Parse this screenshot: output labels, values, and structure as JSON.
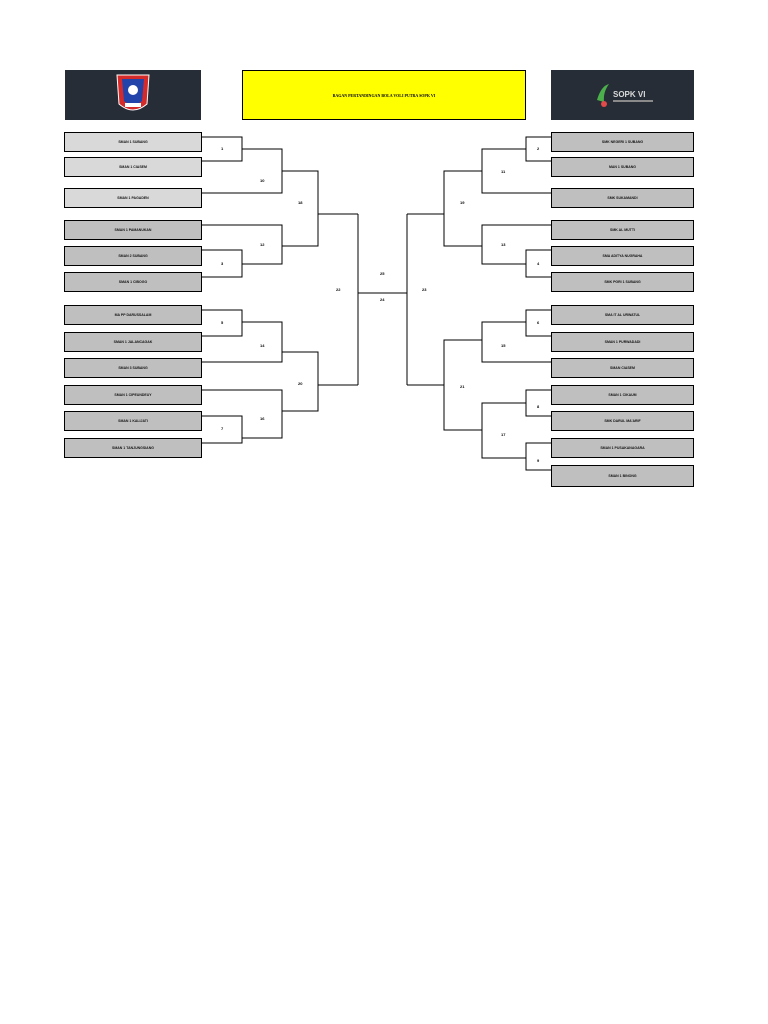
{
  "title": "BAGAN PERTANDINGAN BOLA VOLI PUTRA SOPK VI",
  "colors": {
    "team_light": "#d9d9d9",
    "team_dark": "#bfbfbf",
    "title_bg": "#ffff00",
    "logo_bg": "#262d36"
  },
  "left_logo": {
    "icon": "volleyball-club-shield-logo"
  },
  "right_logo": {
    "icon": "sopk-vi-event-logo",
    "text": "SOPK VI"
  },
  "left_teams": [
    "SMAN 1 SUBANG",
    "SMAN 1 CIASEM",
    "SMAN 1 PAGADEN",
    "SMAN 1 PAMANUKAN",
    "SMAN 2 SUBANG",
    "SMAN 1 CIBOGO",
    "MA PP DARUSSALAM",
    "SMAN 1 JALANCAGAK",
    "SMAN 3 SUBANG",
    "SMAN 1 CIPEUNDEUY",
    "SMAN 1 KALIJATI",
    "SMAN 1 TANJUNGSIANG"
  ],
  "right_teams": [
    "SMK NEGERI 1 SUBANG",
    "MAN 1 SUBANG",
    "SMK SUKAMANDI",
    "SMK AL MUTTI",
    "SMA ADITYA NUGRAHA",
    "SMK PGRI 1 SUBANG",
    "SMA IT AL URWATUL",
    "SMAN 1 PURWADADI",
    "SMAN CIASEM",
    "SMAN 1 CIKAUM",
    "SMK DARUL MA'ARIF",
    "SMAN 1 PUSAKANAGARA",
    "SMAN 1 BINONG"
  ],
  "matches": [
    "1",
    "2",
    "3",
    "4",
    "5",
    "6",
    "7",
    "8",
    "9",
    "10",
    "11",
    "12",
    "13",
    "14",
    "15",
    "16",
    "17",
    "18",
    "19",
    "20",
    "21",
    "22",
    "23",
    "24",
    "25"
  ]
}
